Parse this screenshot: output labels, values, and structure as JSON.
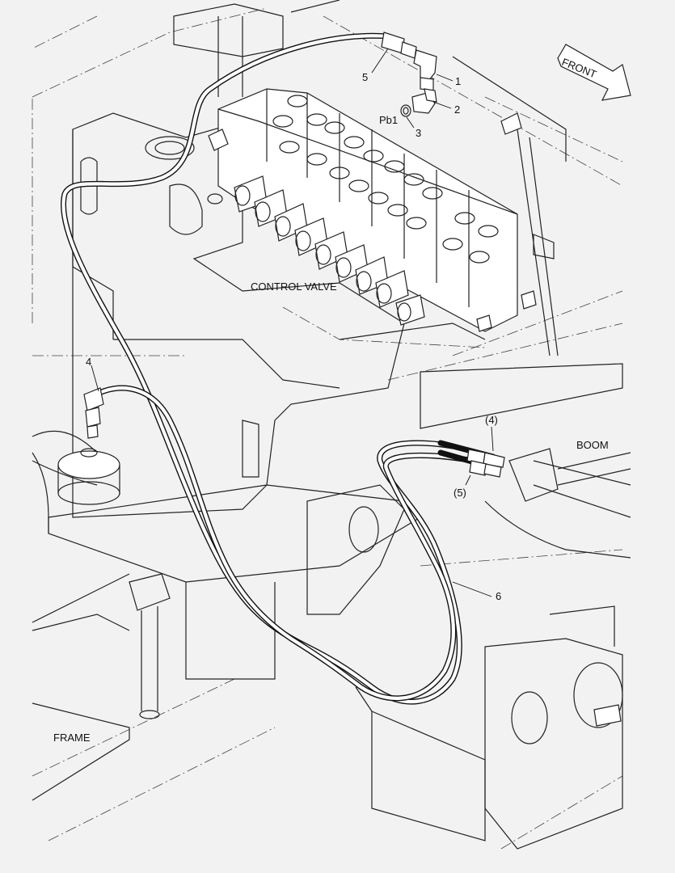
{
  "labels": {
    "front": "FRONT",
    "control_valve": "CONTROL VALVE",
    "boom": "BOOM",
    "frame": "FRAME"
  },
  "callouts": {
    "c1": "1",
    "c2": "2",
    "c3": "3",
    "c4": "4",
    "c5": "5",
    "c6": "6",
    "c4_paren": "(4)",
    "c5_paren": "(5)",
    "pb1": "Pb1"
  },
  "colors": {
    "background": "#f2f2f2",
    "line": "#222222"
  }
}
